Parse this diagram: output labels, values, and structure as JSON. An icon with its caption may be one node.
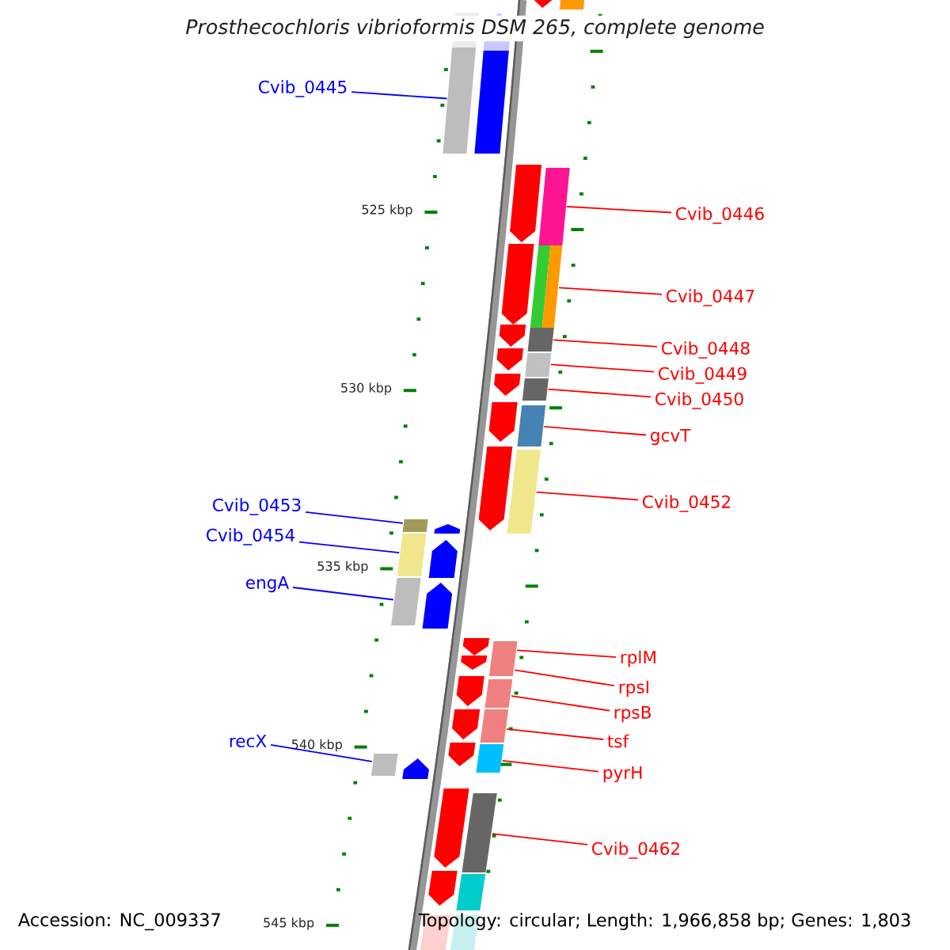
{
  "diagram": {
    "title": "Prosthecochloris vibrioformis DSM 265, complete genome",
    "nodes": [
      {
        "text": [],
        "shape": "arrow"
      },
      {
        "text": [
          "Cvib_0445"
        ]
      },
      {
        "text": [],
        "shape": "arrow"
      },
      {
        "text": [
          "Cvib_0446"
        ]
      },
      {
        "text": [],
        "shape": "arrow"
      },
      {
        "text": [
          "Cvib_0447"
        ]
      },
      {
        "text": [],
        "shape": "arrow"
      },
      {
        "text": [
          "Cvib_0448"
        ]
      },
      {
        "text": [],
        "shape": "arrow"
      },
      {
        "text": [
          "Cvib_0449"
        ]
      },
      {
        "text": [],
        "shape": "arrow"
      },
      {
        "text": [
          "Cvib_0450"
        ]
      },
      {
        "text": [],
        "shape": "arrow"
      },
      {
        "text": [
          "gcvT"
        ]
      },
      {
        "text": [],
        "shape": "arrow"
      },
      {
        "text": [
          "Cvib_0452"
        ]
      },
      {
        "text": [],
        "shape": "arrow"
      },
      {
        "text": [
          "Cvib_0453"
        ]
      },
      {
        "text": [],
        "shape": "arrow"
      },
      {
        "text": [
          "Cvib_0454"
        ]
      },
      {
        "text": [],
        "shape": "arrow"
      },
      {
        "text": [
          "engA"
        ]
      },
      {
        "text": [],
        "shape": "arrow"
      },
      {
        "text": [
          "rplM"
        ]
      },
      {
        "text": [],
        "shape": "arrow"
      },
      {
        "text": [
          "rpsI"
        ]
      },
      {
        "text": [],
        "shape": "arrow"
      },
      {
        "text": [
          "rpsB"
        ]
      },
      {
        "text": [],
        "shape": "arrow"
      },
      {
        "text": [
          "tsf"
        ]
      },
      {
        "text": [],
        "shape": "arrow"
      },
      {
        "text": [
          "recX"
        ]
      },
      {
        "text": [],
        "shape": "arrow"
      },
      {
        "text": [
          "pyrH"
        ]
      },
      {
        "text": [],
        "shape": "arrow"
      },
      {
        "text": [
          "Cvib_0462"
        ]
      },
      {
        "text": [],
        "shape": "arrow"
      },
      {
        "text": [],
        "shape": "arrow"
      },
      {
        "text": [],
        "shape": "arrow"
      }
    ],
    "edges": [
      {
        "from": 1,
        "to": 2,
        "arrow": "none",
        "color": "#0000ff"
      },
      {
        "from": 3,
        "to": 4,
        "arrow": "none"
      },
      {
        "from": 5,
        "to": 6,
        "arrow": "none"
      },
      {
        "from": 7,
        "to": 8,
        "arrow": "none"
      },
      {
        "from": 9,
        "to": 10,
        "arrow": "none"
      },
      {
        "from": 11,
        "to": 12,
        "arrow": "none"
      },
      {
        "from": 13,
        "to": 14,
        "arrow": "none"
      },
      {
        "from": 15,
        "to": 16,
        "arrow": "none"
      },
      {
        "from": 17,
        "to": 18,
        "arrow": "none",
        "color": "#0000ff"
      },
      {
        "from": 19,
        "to": 20,
        "arrow": "none",
        "color": "#0000ff"
      },
      {
        "from": 21,
        "to": 22,
        "arrow": "none",
        "color": "#0000ff"
      },
      {
        "from": 23,
        "to": 24,
        "arrow": "none"
      },
      {
        "from": 25,
        "to": 26,
        "arrow": "none"
      },
      {
        "from": 27,
        "to": 28,
        "arrow": "none"
      },
      {
        "from": 29,
        "to": 30,
        "arrow": "none"
      },
      {
        "from": 31,
        "to": 32,
        "arrow": "none",
        "color": "#0000ff"
      },
      {
        "from": 33,
        "to": 34,
        "arrow": "none"
      },
      {
        "from": 35,
        "to": 36,
        "arrow": "none"
      }
    ],
    "labels": [
      "525 kbp",
      "530 kbp",
      "535 kbp",
      "540 kbp",
      "Accession: NC_009337",
      "545 kbp",
      "Topology: circular; Length: 1,966,858 bp; Genes: 1,803"
    ]
  }
}
